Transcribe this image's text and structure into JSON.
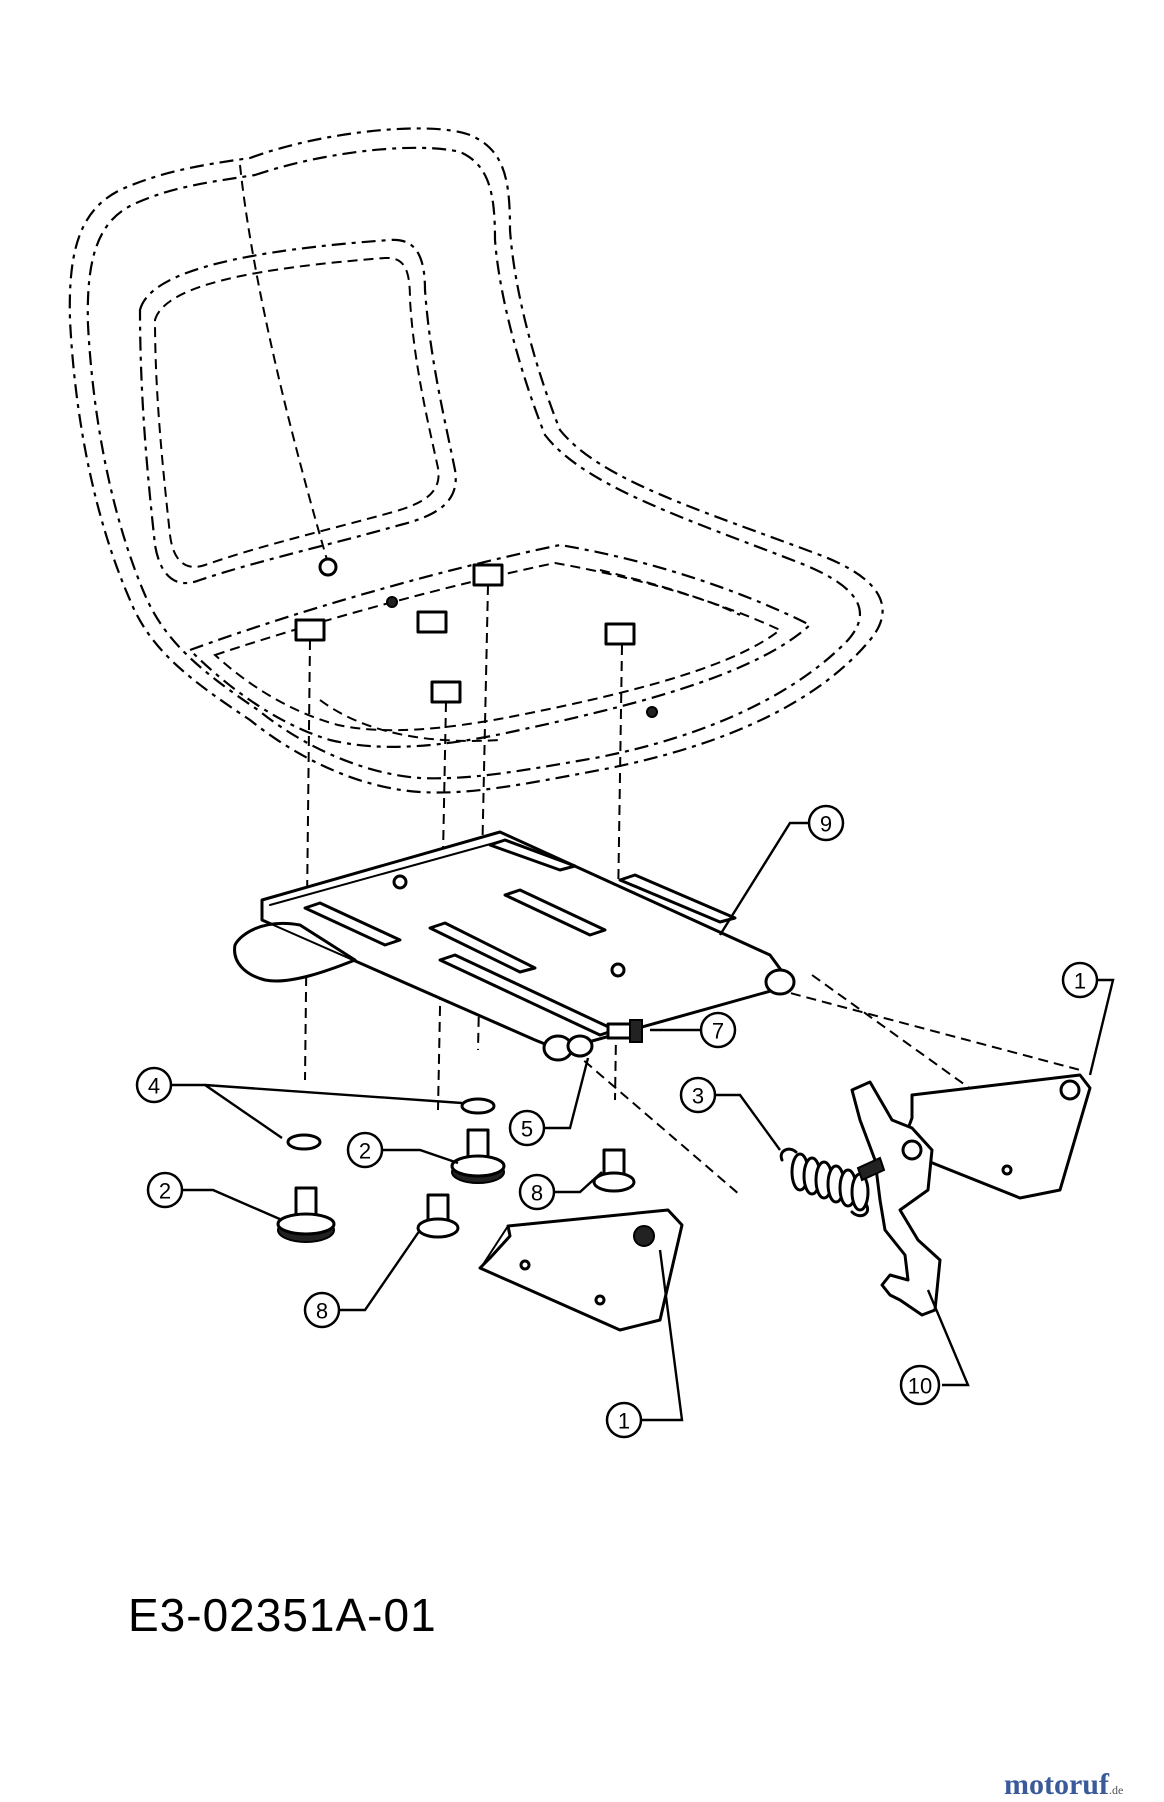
{
  "drawing_code": "E3-02351A-01",
  "watermark": {
    "brand": "motoruf",
    "suffix": ".de"
  },
  "callouts": [
    {
      "id": "callout-9",
      "label": "9"
    },
    {
      "id": "callout-7",
      "label": "7"
    },
    {
      "id": "callout-1-right",
      "label": "1"
    },
    {
      "id": "callout-3",
      "label": "3"
    },
    {
      "id": "callout-4",
      "label": "4"
    },
    {
      "id": "callout-5",
      "label": "5"
    },
    {
      "id": "callout-2-left",
      "label": "2"
    },
    {
      "id": "callout-2-mid",
      "label": "2"
    },
    {
      "id": "callout-8-right",
      "label": "8"
    },
    {
      "id": "callout-8-left",
      "label": "8"
    },
    {
      "id": "callout-1-bottom",
      "label": "1"
    },
    {
      "id": "callout-10",
      "label": "10"
    }
  ],
  "parts": [
    {
      "name": "seat-shell"
    },
    {
      "name": "seat-mounting-plate"
    },
    {
      "name": "seat-bracket-left"
    },
    {
      "name": "seat-bracket-right"
    },
    {
      "name": "spring"
    },
    {
      "name": "seat-lever"
    },
    {
      "name": "hand-knob"
    },
    {
      "name": "washer"
    },
    {
      "name": "bolt"
    },
    {
      "name": "nut"
    },
    {
      "name": "spacer"
    }
  ]
}
